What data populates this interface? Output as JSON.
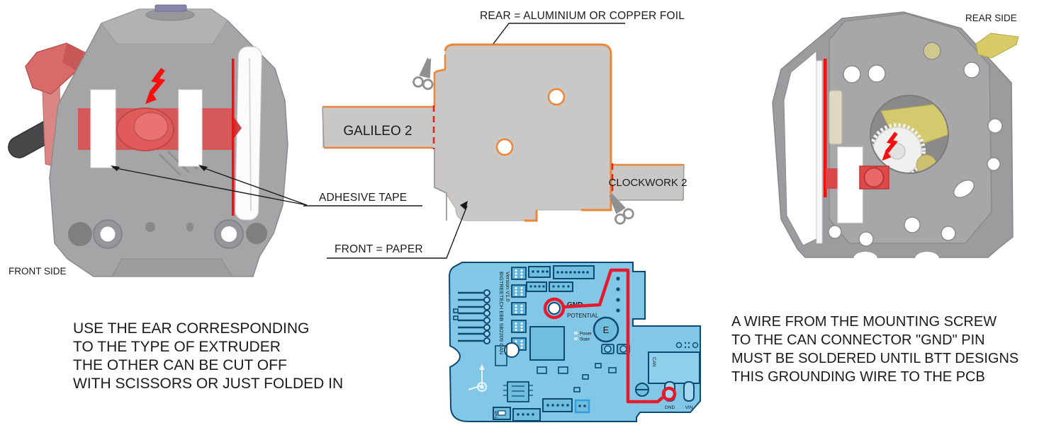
{
  "labels": {
    "front_side": "FRONT SIDE",
    "rear_side": "REAR SIDE",
    "adhesive": "ADHESIVE TAPE",
    "rear_note": "REAR = ALUMINIUM OR COPPER FOIL",
    "front_note": "FRONT = PAPER"
  },
  "template": {
    "galileo": "GALILEO 2",
    "clockwork": "CLOCKWORK 2"
  },
  "notes": {
    "ear": [
      "USE THE EAR CORRESPONDING",
      "TO THE TYPE OF EXTRUDER",
      "THE OTHER CAN BE CUT OFF",
      "WITH SCISSORS OR JUST FOLDED IN"
    ],
    "ground": [
      "A WIRE FROM THE MOUNTING SCREW",
      "TO THE CAN CONNECTOR \"GND\" PIN",
      "MUST BE SOLDERED UNTIL BTT DESIGNS",
      "THIS GROUNDING WIRE TO THE PCB"
    ]
  },
  "pcb": {
    "name": "BIGTREETECH EBB SB2209 CAN",
    "version": "Version V1.0",
    "gnd": "GND",
    "potential": "POTENTIAL",
    "inductor": "E",
    "power": "Power",
    "state": "State",
    "pin_gnd": "GND",
    "pin_vin": "VIN",
    "can": "CAN",
    "thb": "THB"
  },
  "colors": {
    "accent_red": "#f50f0f",
    "wire_red": "#e8192c",
    "fold_red": "#e8241f",
    "foil_orange": "#ec8636",
    "template_gray": "#c9c8c6",
    "body_gray": "#a5a5a7",
    "pcb_blue": "#82c7e6",
    "pcb_ink": "#0d4a73",
    "lever_red": "#d96a6a",
    "lever_yellow": "#d8ca66",
    "tape_red": "#e04848"
  }
}
